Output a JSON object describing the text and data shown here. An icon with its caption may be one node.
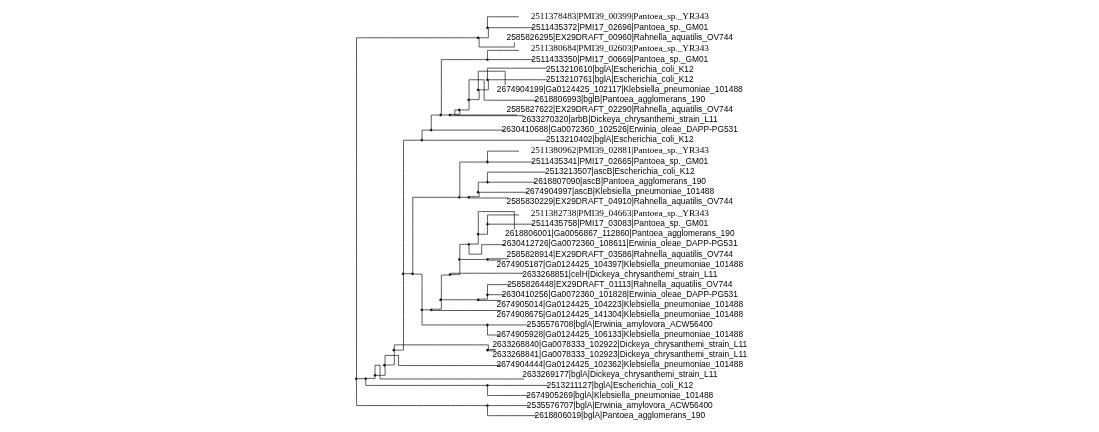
{
  "diagram": {
    "nodes": [
      {
        "text": [
          "2511378483|PMI39_00399|Pantoea_sp._YR343"
        ]
      },
      {
        "text": [
          "2511435372|PMI17_02696|Pantoea_sp._GM01"
        ]
      },
      {
        "text": [
          "2585826295|EX29DRAFT_00960|Rahnella_aquatilis_OV744"
        ]
      },
      {
        "text": [
          "2511380684|PMI39_02603|Pantoea_sp._YR343"
        ]
      },
      {
        "text": [
          "2511433350|PMI17_00669|Pantoea_sp._GM01"
        ]
      },
      {
        "text": [
          "2513210610|bglA|Escherichia_coli_K12"
        ]
      },
      {
        "text": [
          "2513210761|bglA|Escherichia_coli_K12"
        ]
      },
      {
        "text": [
          "2674904199|Ga0124425_102117|Klebsiella_pneumoniae_101488"
        ]
      },
      {
        "text": [
          "2618806993|bglB|Pantoea_agglomerans_190"
        ]
      },
      {
        "text": [
          "2585827622|EX29DRAFT_02290|Rahnella_aquatilis_OV744"
        ]
      },
      {
        "text": [
          "2633270320|arbB|Dickeya_chrysanthemi_strain_L11"
        ]
      },
      {
        "text": [
          "2630410688|Ga0072360_102526|Erwinia_oleae_DAPP-PG531"
        ]
      },
      {
        "text": [
          "2513210402|bglA|Escherichia_coli_K12"
        ]
      },
      {
        "text": [
          "2511380962|PMI39_02881|Pantoea_sp._YR343"
        ]
      },
      {
        "text": [
          "2511435341|PMI17_02665|Pantoea_sp._GM01"
        ]
      },
      {
        "text": [
          "2513213507|ascB|Escherichia_coli_K12"
        ]
      },
      {
        "text": [
          "2618807090|ascB|Pantoea_agglomerans_190"
        ]
      },
      {
        "text": [
          "2674904997|ascB|Klebsiella_pneumoniae_101488"
        ]
      },
      {
        "text": [
          "2585830229|EX29DRAFT_04910|Rahnella_aquatilis_OV744"
        ]
      },
      {
        "text": [
          "2511382738|PMI39_04663|Pantoea_sp._YR343"
        ]
      },
      {
        "text": [
          "2511435758|PMI17_03083|Pantoea_sp._GM01"
        ]
      },
      {
        "text": [
          "2618806001|Ga0056867_112860|Pantoea_agglomerans_190"
        ]
      },
      {
        "text": [
          "2630412726|Ga0072360_108611|Erwinia_oleae_DAPP-PG531"
        ]
      },
      {
        "text": [
          "2585828914|EX29DRAFT_03586|Rahnella_aquatilis_OV744"
        ]
      },
      {
        "text": [
          "2674905187|Ga0124425_104397|Klebsiella_pneumoniae_101488"
        ]
      },
      {
        "text": [
          "2633268851|celH|Dickeya_chrysanthemi_strain_L11"
        ]
      },
      {
        "text": [
          "2585826448|EX29DRAFT_01113|Rahnella_aquatilis_OV744"
        ]
      },
      {
        "text": [
          "2630410256|Ga0072360_101828|Erwinia_oleae_DAPP-PG531"
        ]
      },
      {
        "text": [
          "2674905014|Ga0124425_104223|Klebsiella_pneumoniae_101488"
        ]
      },
      {
        "text": [
          "2674908675|Ga0124425_141304|Klebsiella_pneumoniae_101488"
        ]
      },
      {
        "text": [
          "2535576708|bglA|Erwinia_amylovora_ACW56400"
        ]
      },
      {
        "text": [
          "2674905928|Ga0124425_106133|Klebsiella_pneumoniae_101488"
        ]
      },
      {
        "text": [
          "2633268840|Ga0078333_102922|Dickeya_chrysanthemi_strain_L11"
        ]
      },
      {
        "text": [
          "2633268841|Ga0078333_102923|Dickeya_chrysanthemi_strain_L11"
        ]
      },
      {
        "text": [
          "2674904444|Ga0124425_102362|Klebsiella_pneumoniae_101488"
        ]
      },
      {
        "text": [
          "2633269177|bglA|Dickeya_chrysanthemi_strain_L11"
        ]
      },
      {
        "text": [
          "2513211127|bglA|Escherichia_coli_K12"
        ]
      },
      {
        "text": [
          "2674905269|bglA|Klebsiella_pneumoniae_101488"
        ]
      },
      {
        "text": [
          "2535576707|bglA|Erwinia_amylovora_ACW56400"
        ]
      },
      {
        "text": [
          "2618806019|bglA|Pantoea_agglomerans_190"
        ]
      },
      {
        "text": [],
        "shape": "point"
      },
      {
        "text": [],
        "shape": "point"
      },
      {
        "text": [],
        "shape": "point"
      },
      {
        "text": [],
        "shape": "point"
      },
      {
        "text": [],
        "shape": "point"
      },
      {
        "text": [],
        "shape": "point"
      },
      {
        "text": [],
        "shape": "point"
      },
      {
        "text": [],
        "shape": "point"
      },
      {
        "text": [],
        "shape": "point"
      },
      {
        "text": [],
        "shape": "point"
      },
      {
        "text": [],
        "shape": "point"
      },
      {
        "text": [],
        "shape": "point"
      },
      {
        "text": [],
        "shape": "point"
      },
      {
        "text": [],
        "shape": "point"
      },
      {
        "text": [],
        "shape": "point"
      },
      {
        "text": [],
        "shape": "point"
      },
      {
        "text": [],
        "shape": "point"
      },
      {
        "text": [],
        "shape": "point"
      },
      {
        "text": [],
        "shape": "point"
      },
      {
        "text": [],
        "shape": "point"
      },
      {
        "text": [],
        "shape": "point"
      },
      {
        "text": [],
        "shape": "point"
      },
      {
        "text": [],
        "shape": "point"
      },
      {
        "text": [],
        "shape": "point"
      },
      {
        "text": [],
        "shape": "point"
      },
      {
        "text": [],
        "shape": "point"
      },
      {
        "text": [],
        "shape": "point"
      },
      {
        "text": [],
        "shape": "point"
      },
      {
        "text": [],
        "shape": "point"
      },
      {
        "text": [],
        "shape": "point"
      },
      {
        "text": [],
        "shape": "point"
      },
      {
        "text": [],
        "shape": "point"
      },
      {
        "text": [],
        "shape": "point"
      },
      {
        "text": [],
        "shape": "point"
      },
      {
        "text": [],
        "shape": "point"
      },
      {
        "text": [],
        "shape": "point"
      },
      {
        "text": [],
        "shape": "point"
      },
      {
        "text": [],
        "shape": "point"
      }
    ],
    "edges": [
      {
        "from": 40,
        "to": 41,
        "arrow": "none"
      },
      {
        "from": 40,
        "to": 43,
        "arrow": "none"
      },
      {
        "from": 40,
        "to": 77,
        "arrow": "none"
      },
      {
        "from": 41,
        "to": 42,
        "arrow": "none"
      },
      {
        "from": 41,
        "to": 2,
        "arrow": "none"
      },
      {
        "from": 42,
        "to": 0,
        "arrow": "none"
      },
      {
        "from": 42,
        "to": 1,
        "arrow": "none"
      },
      {
        "from": 43,
        "to": 44,
        "arrow": "none"
      },
      {
        "from": 43,
        "to": 76,
        "arrow": "none"
      },
      {
        "from": 44,
        "to": 45,
        "arrow": "none"
      },
      {
        "from": 44,
        "to": 35,
        "arrow": "none"
      },
      {
        "from": 45,
        "to": 46,
        "arrow": "none"
      },
      {
        "from": 45,
        "to": 34,
        "arrow": "none"
      },
      {
        "from": 46,
        "to": 47,
        "arrow": "none"
      },
      {
        "from": 46,
        "to": 75,
        "arrow": "none"
      },
      {
        "from": 47,
        "to": 48,
        "arrow": "none"
      },
      {
        "from": 47,
        "to": 57,
        "arrow": "none"
      },
      {
        "from": 48,
        "to": 49,
        "arrow": "none"
      },
      {
        "from": 48,
        "to": 12,
        "arrow": "none"
      },
      {
        "from": 49,
        "to": 50,
        "arrow": "none"
      },
      {
        "from": 49,
        "to": 11,
        "arrow": "none"
      },
      {
        "from": 50,
        "to": 51,
        "arrow": "none"
      },
      {
        "from": 50,
        "to": 52,
        "arrow": "none"
      },
      {
        "from": 51,
        "to": 3,
        "arrow": "none"
      },
      {
        "from": 51,
        "to": 4,
        "arrow": "none"
      },
      {
        "from": 52,
        "to": 53,
        "arrow": "none"
      },
      {
        "from": 52,
        "to": 10,
        "arrow": "none"
      },
      {
        "from": 53,
        "to": 54,
        "arrow": "none"
      },
      {
        "from": 53,
        "to": 9,
        "arrow": "none"
      },
      {
        "from": 54,
        "to": 55,
        "arrow": "none"
      },
      {
        "from": 54,
        "to": 8,
        "arrow": "none"
      },
      {
        "from": 55,
        "to": 56,
        "arrow": "none"
      },
      {
        "from": 55,
        "to": 7,
        "arrow": "none"
      },
      {
        "from": 56,
        "to": 5,
        "arrow": "none"
      },
      {
        "from": 56,
        "to": 6,
        "arrow": "none"
      },
      {
        "from": 57,
        "to": 58,
        "arrow": "none"
      },
      {
        "from": 57,
        "to": 63,
        "arrow": "none"
      },
      {
        "from": 58,
        "to": 59,
        "arrow": "none"
      },
      {
        "from": 58,
        "to": 60,
        "arrow": "none"
      },
      {
        "from": 59,
        "to": 13,
        "arrow": "none"
      },
      {
        "from": 59,
        "to": 14,
        "arrow": "none"
      },
      {
        "from": 60,
        "to": 61,
        "arrow": "none"
      },
      {
        "from": 60,
        "to": 18,
        "arrow": "none"
      },
      {
        "from": 61,
        "to": 62,
        "arrow": "none"
      },
      {
        "from": 61,
        "to": 17,
        "arrow": "none"
      },
      {
        "from": 62,
        "to": 15,
        "arrow": "none"
      },
      {
        "from": 62,
        "to": 16,
        "arrow": "none"
      },
      {
        "from": 63,
        "to": 64,
        "arrow": "none"
      },
      {
        "from": 63,
        "to": 74,
        "arrow": "none"
      },
      {
        "from": 64,
        "to": 65,
        "arrow": "none"
      },
      {
        "from": 64,
        "to": 29,
        "arrow": "none"
      },
      {
        "from": 65,
        "to": 66,
        "arrow": "none"
      },
      {
        "from": 65,
        "to": 72,
        "arrow": "none"
      },
      {
        "from": 66,
        "to": 67,
        "arrow": "none"
      },
      {
        "from": 66,
        "to": 25,
        "arrow": "none"
      },
      {
        "from": 67,
        "to": 68,
        "arrow": "none"
      },
      {
        "from": 67,
        "to": 71,
        "arrow": "none"
      },
      {
        "from": 68,
        "to": 69,
        "arrow": "none"
      },
      {
        "from": 68,
        "to": 22,
        "arrow": "none"
      },
      {
        "from": 69,
        "to": 70,
        "arrow": "none"
      },
      {
        "from": 69,
        "to": 21,
        "arrow": "none"
      },
      {
        "from": 70,
        "to": 19,
        "arrow": "none"
      },
      {
        "from": 70,
        "to": 20,
        "arrow": "none"
      },
      {
        "from": 71,
        "to": 23,
        "arrow": "none"
      },
      {
        "from": 71,
        "to": 24,
        "arrow": "none"
      },
      {
        "from": 72,
        "to": 73,
        "arrow": "none"
      },
      {
        "from": 72,
        "to": 28,
        "arrow": "none"
      },
      {
        "from": 73,
        "to": 26,
        "arrow": "none"
      },
      {
        "from": 73,
        "to": 27,
        "arrow": "none"
      },
      {
        "from": 74,
        "to": 30,
        "arrow": "none"
      },
      {
        "from": 74,
        "to": 31,
        "arrow": "none"
      },
      {
        "from": 75,
        "to": 32,
        "arrow": "none"
      },
      {
        "from": 75,
        "to": 33,
        "arrow": "none"
      },
      {
        "from": 76,
        "to": 36,
        "arrow": "none"
      },
      {
        "from": 76,
        "to": 37,
        "arrow": "none"
      },
      {
        "from": 77,
        "to": 38,
        "arrow": "none"
      },
      {
        "from": 77,
        "to": 39,
        "arrow": "none"
      }
    ]
  }
}
